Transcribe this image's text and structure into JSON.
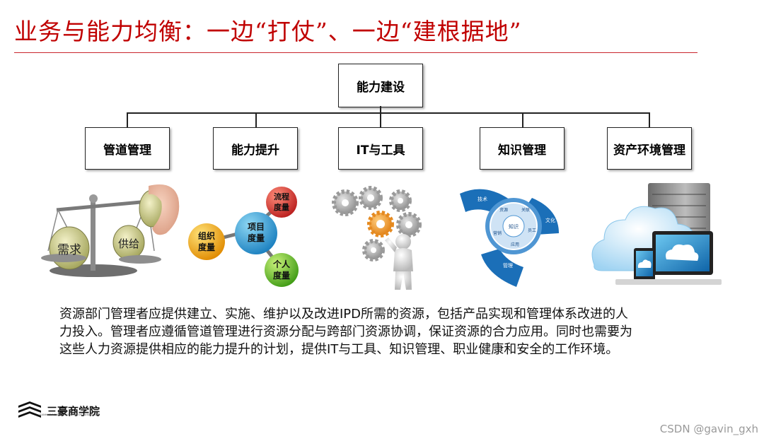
{
  "title": "业务与能力均衡：一边“打仗”、一边“建根据地”",
  "root": {
    "label": "能力建设"
  },
  "branches": [
    {
      "label": "管道管理"
    },
    {
      "label": "能力提升"
    },
    {
      "label": "IT与工具"
    },
    {
      "label": "知识管理"
    },
    {
      "label": "资产环境管理"
    }
  ],
  "illustrations": {
    "balance": {
      "left_label": "需求",
      "right_label": "供给"
    },
    "metrics": {
      "center": "项目度量",
      "top": "流程度量",
      "left": "组织度量",
      "bottom": "个人度量"
    },
    "knowledge": {
      "outer": [
        "技术",
        "文化",
        "管理"
      ],
      "inner": [
        "知识",
        "资源",
        "关联",
        "员工",
        "应用",
        "营销"
      ]
    }
  },
  "description": [
    "资源部门管理者应提供建立、实施、维护以及改进IPD所需的资源，包括产品实现和管理体系改进的人",
    "力投入。管理者应遵循管道管理进行资源分配与跨部门资源协调，保证资源的合力应用。同时也需要为",
    "这些人力资源提供相应的能力提升的计划，提供IT与工具、知识管理、职业健康和安全的工作环境。"
  ],
  "logo": {
    "name": "三豪商学院",
    "subtitle": "SANHAO ACADEMY SCHOOL OF BUSINESS"
  },
  "watermark": "CSDN @gavin_gxh",
  "colors": {
    "title": "#c00000",
    "rule": "#c9252c",
    "knowledge_blue": "#1b6fb8"
  }
}
